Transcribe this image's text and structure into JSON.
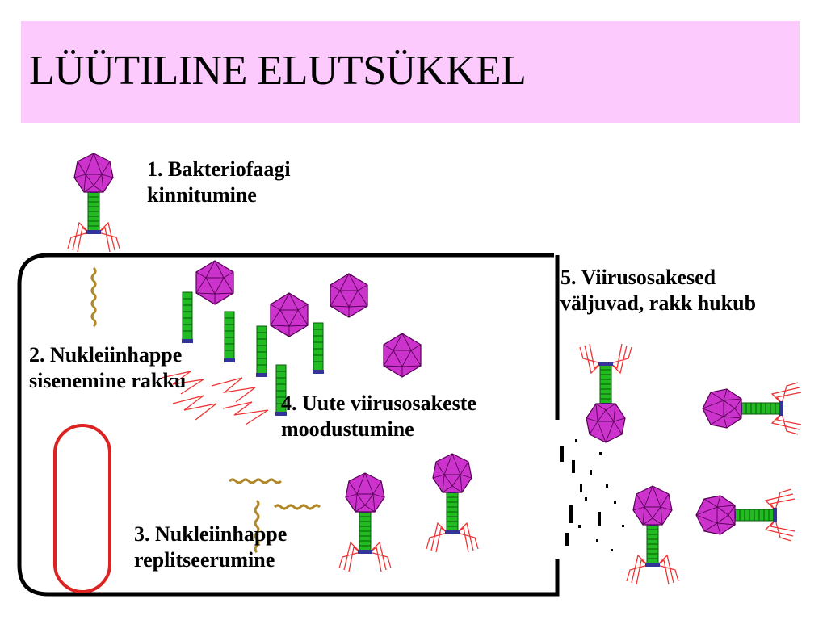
{
  "slide": {
    "title": "LÜÜTILINE ELUTSÜKKEL",
    "band_color": "#fccafc"
  },
  "steps": [
    {
      "line1": "1. Bakteriofaagi",
      "line2": "kinnitumine"
    },
    {
      "line1": "2. Nukleiinhappe",
      "line2": "sisenemine rakku"
    },
    {
      "line1": "3. Nukleiinhappe",
      "line2": "replitseerumine"
    },
    {
      "line1": "4. Uute viirusosakeste",
      "line2": "moodustumine"
    },
    {
      "line1": "5. Viirusosakesed",
      "line2": "väljuvad, rakk hukub"
    }
  ],
  "colors": {
    "capsid": "#cc33cc",
    "tail": "#22bb22",
    "fibers": "#ee3333",
    "nucleic_acid": "#b08a2a",
    "bacterial_dna_loop": "#dd2222",
    "cell_wall": "#000000"
  }
}
